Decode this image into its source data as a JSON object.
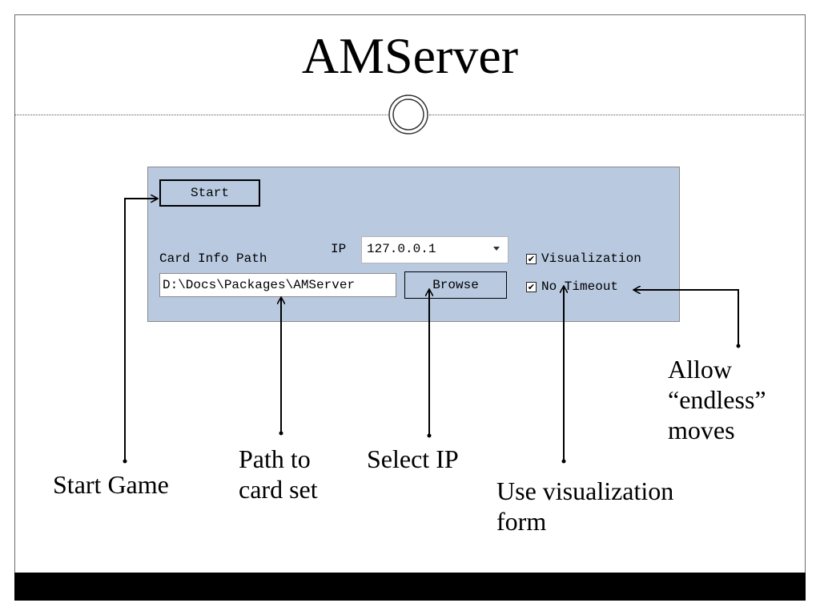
{
  "slide": {
    "title": "AMServer"
  },
  "app": {
    "start_label": "Start",
    "card_info_path_label": "Card Info Path",
    "ip_label": "IP",
    "ip_value": "127.0.0.1",
    "path_value": "D:\\Docs\\Packages\\AMServer",
    "browse_label": "Browse",
    "visualization_label": "Visualization",
    "visualization_checked": true,
    "no_timeout_label": "No Timeout",
    "no_timeout_checked": true
  },
  "annotations": {
    "start_game": "Start Game",
    "path_line1": "Path to",
    "path_line2": "card set",
    "select_ip": "Select IP",
    "visualization_line1": "Use visualization",
    "visualization_line2": "form",
    "endless_line1": "Allow",
    "endless_line2": "“endless”",
    "endless_line3": "moves"
  },
  "colors": {
    "panel_bg": "#b8c9e0",
    "bottom_bar": "#000000"
  }
}
